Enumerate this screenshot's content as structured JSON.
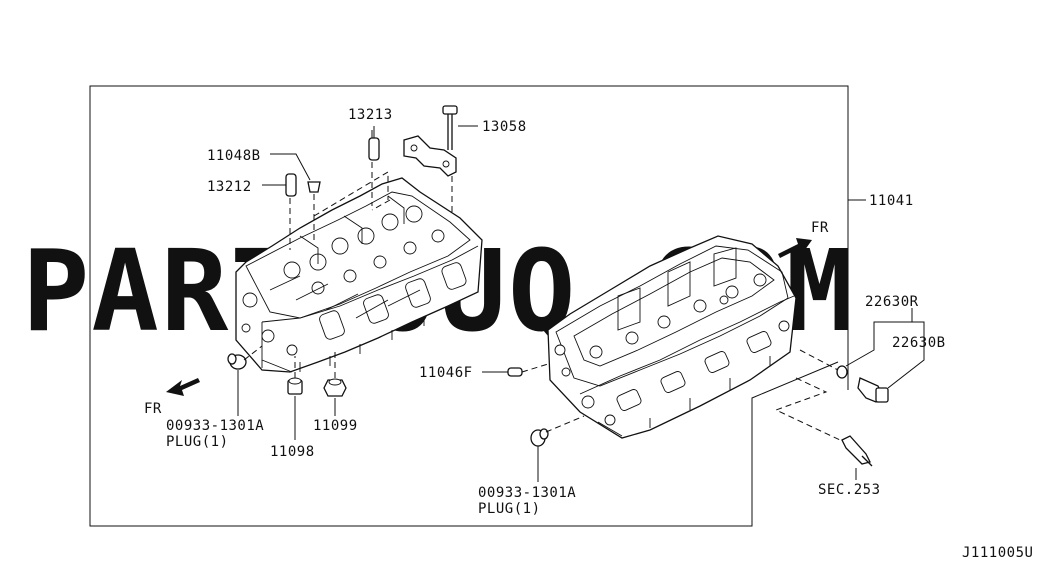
{
  "watermark": "PARTSOUQ.COM",
  "diagram_id": "J111005U",
  "labels": {
    "p13213": "13213",
    "p13058": "13058",
    "p11048b": "11048B",
    "p13212": "13212",
    "p11041": "11041",
    "fr_right": "FR",
    "p22630r": "22630R",
    "p22630b": "22630B",
    "p11046f": "11046F",
    "fr_left": "FR",
    "plug_left_code": "00933-1301A",
    "plug_left_desc": "PLUG(1)",
    "p11099": "11099",
    "p11098": "11098",
    "plug_right_code": "00933-1301A",
    "plug_right_desc": "PLUG(1)",
    "sec253": "SEC.253"
  }
}
